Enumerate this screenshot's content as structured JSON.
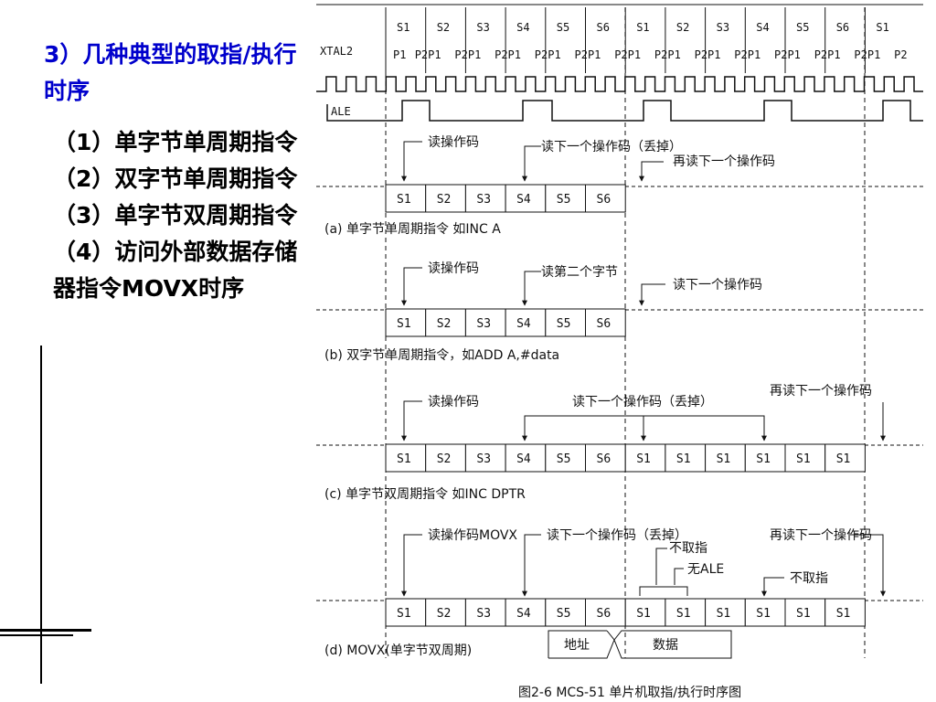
{
  "left": {
    "title": "3）几种典型的取指/执行时序",
    "items": [
      "（1）单字节单周期指令",
      "（2）双字节单周期指令",
      "（3）单字节双周期指令",
      "（4）访问外部数据存储器指令MOVX时序"
    ]
  },
  "diagram": {
    "states": [
      "S1",
      "S2",
      "S3",
      "S4",
      "S5",
      "S6",
      "S1",
      "S2",
      "S3",
      "S4",
      "S5",
      "S6",
      "S1"
    ],
    "phase_top": [
      "P1",
      "P2P1",
      "P2P1",
      "P2P1",
      "P2P1",
      "P2P1",
      "P2P1",
      "P2P1",
      "P2P1",
      "P2P1",
      "P2P1",
      "P2P1",
      "P2P1",
      "P2"
    ],
    "xtal_label": "XTAL2",
    "ale_label": "ALE",
    "a": {
      "ann1": "读操作码",
      "ann2": "读下一个操作码（丢掉）",
      "ann3": "再读下一个操作码",
      "cells": [
        "S1",
        "S2",
        "S3",
        "S4",
        "S5",
        "S6"
      ],
      "caption": "(a) 单字节单周期指令 如INC A"
    },
    "b": {
      "ann1": "读操作码",
      "ann2": "读第二个字节",
      "ann3": "读下一个操作码",
      "cells": [
        "S1",
        "S2",
        "S3",
        "S4",
        "S5",
        "S6"
      ],
      "caption": "(b) 双字节单周期指令，如ADD A,#data"
    },
    "c": {
      "ann1": "读操作码",
      "ann2": "读下一个操作码（丢掉）",
      "ann3": "再读下一个操作码",
      "cells": [
        "S1",
        "S2",
        "S3",
        "S4",
        "S5",
        "S6",
        "S1",
        "S1",
        "S1",
        "S1",
        "S1",
        "S1"
      ],
      "caption": "(c) 单字节双周期指令 如INC DPTR"
    },
    "d": {
      "ann1": "读操作码MOVX",
      "ann2": "读下一个操作码（丢掉）",
      "ann3": "再读下一个操作码",
      "ann4": "不取指",
      "ann5": "无ALE",
      "ann6": "不取指",
      "cells": [
        "S1",
        "S2",
        "S3",
        "S4",
        "S5",
        "S6",
        "S1",
        "S1",
        "S1",
        "S1",
        "S1",
        "S1"
      ],
      "addr": "地址",
      "data": "数据",
      "caption": "(d) MOVX(单字节双周期)"
    },
    "figure_caption": "图2-6 MCS-51 单片机取指/执行时序图"
  }
}
